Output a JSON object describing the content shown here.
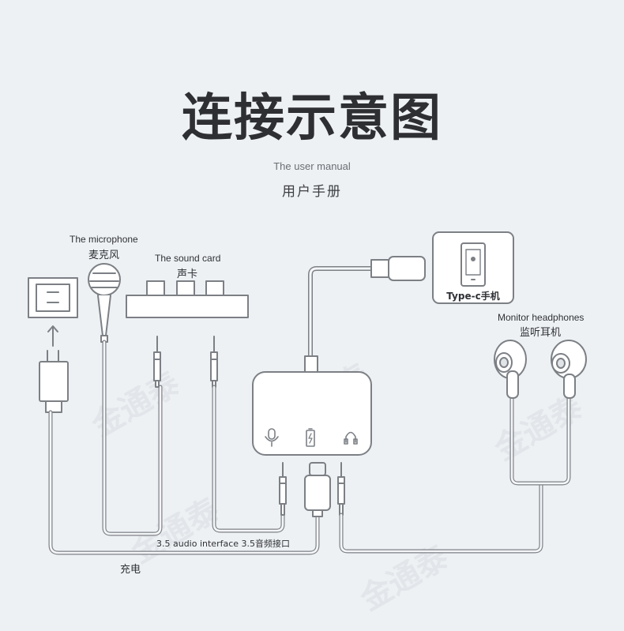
{
  "title": "连接示意图",
  "manual": {
    "en": "The user manual",
    "cn": "用户手册"
  },
  "labels": {
    "microphone_en": "The microphone",
    "microphone_cn": "麦克风",
    "sound_card_en": "The sound card",
    "sound_card_cn": "声卡",
    "phone": "Type-c手机",
    "headphones_en": "Monitor headphones",
    "headphones_cn": "监听耳机",
    "audio_interface": "3.5 audio interface 3.5音频接口",
    "charging": "充电"
  },
  "watermark": "金通泰",
  "colors": {
    "line": "#7c8085",
    "fill": "#ffffff",
    "text": "#2f3136",
    "background": "#eef1f4"
  }
}
